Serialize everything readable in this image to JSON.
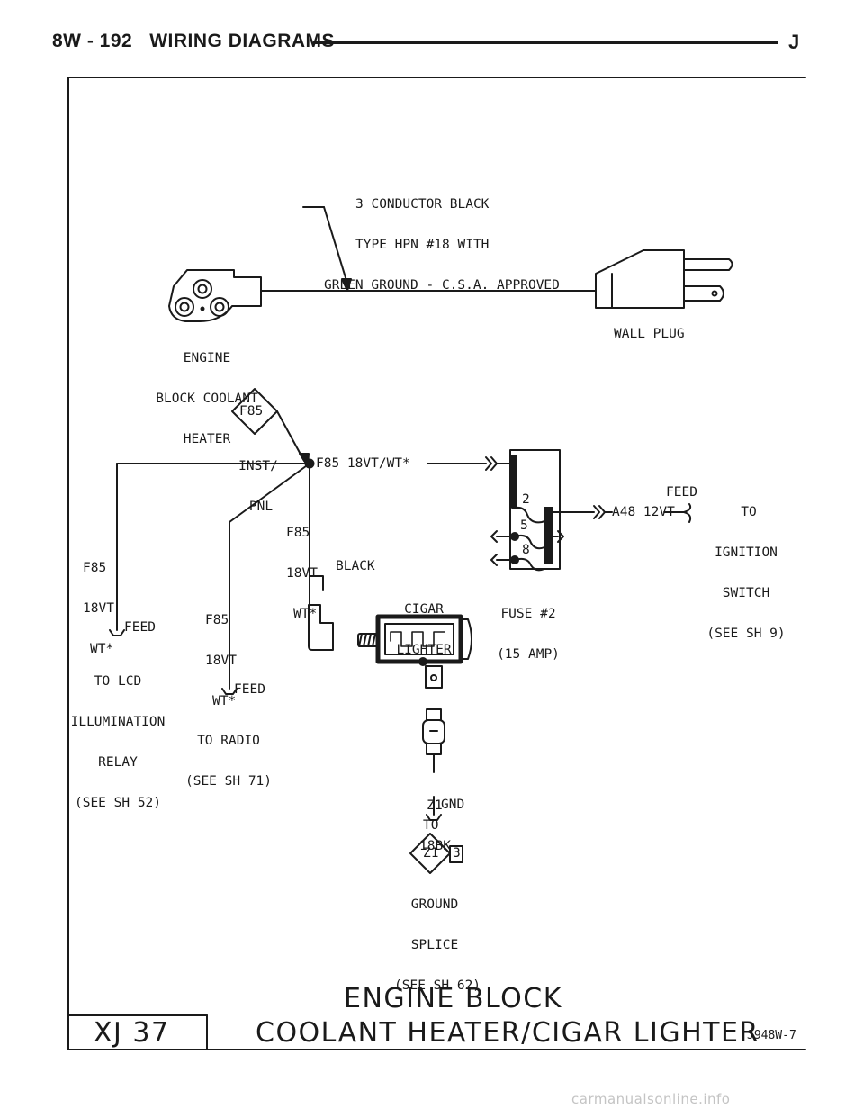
{
  "header": {
    "page_ref": "8W - 192",
    "section": "WIRING DIAGRAMS",
    "brand": "J"
  },
  "cord_note": [
    "3 CONDUCTOR BLACK",
    "TYPE HPN #18 WITH",
    "GREEN GROUND - C.S.A. APPROVED"
  ],
  "heater_label": [
    "ENGINE",
    "BLOCK COOLANT",
    "HEATER"
  ],
  "wall_plug_label": "WALL PLUG",
  "connector_f85": "F85",
  "inst_pnl": [
    "INST/",
    "PNL"
  ],
  "main_wire": "F85 18VT/WT*",
  "wire_left": [
    "F85",
    "18VT",
    "WT*"
  ],
  "wire_mid": [
    "F85",
    "18VT",
    "WT*"
  ],
  "wire_center": [
    "F85",
    "18VT",
    "WT*"
  ],
  "black_label": "BLACK",
  "feed_label": "FEED",
  "lcd_label": [
    "TO LCD",
    "ILLUMINATION",
    "RELAY",
    "(SEE SH 52)"
  ],
  "radio_label": [
    "TO RADIO",
    "(SEE SH 71)"
  ],
  "cigar_label": [
    "CIGAR",
    "LIGHTER"
  ],
  "fuse_label": [
    "FUSE #2",
    "(15 AMP)"
  ],
  "fuse_pins": [
    "2",
    "5",
    "8"
  ],
  "a48_wire": "A48 12VT",
  "ign_feed": "FEED",
  "ign_label": [
    "TO",
    "IGNITION",
    "SWITCH",
    "(SEE SH 9)"
  ],
  "ground_wire": [
    "Z1",
    "18BK"
  ],
  "gnd_label": "GND",
  "to_label": "TO",
  "splice_connector": "Z1",
  "splice_number": "3",
  "splice_label": [
    "GROUND",
    "SPLICE",
    "(SEE SH 62)"
  ],
  "footer": {
    "model": "XJ 37",
    "title_line1": "ENGINE BLOCK",
    "title_line2": "COOLANT HEATER/CIGAR LIGHTER",
    "code": "J948W-7"
  },
  "watermark": "carmanualsonline.info"
}
